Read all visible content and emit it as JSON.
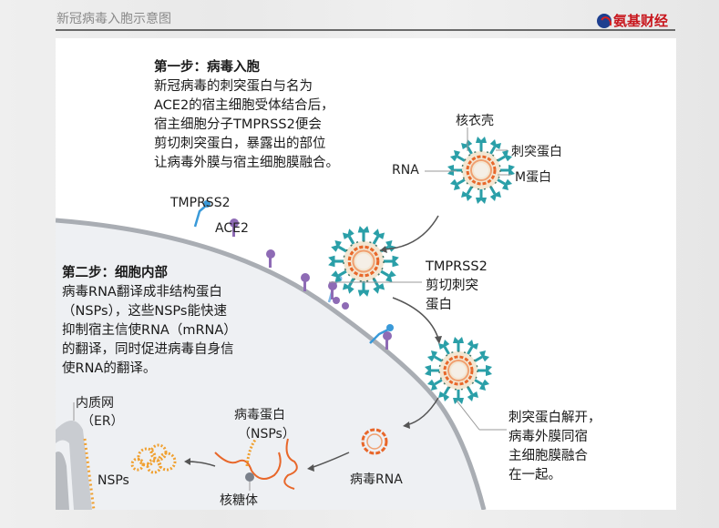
{
  "slide": {
    "title": "新冠病毒入胞示意图",
    "brand": "氨基财经",
    "brand_color": "#c8161d"
  },
  "diagram": {
    "step1": {
      "heading": "第一步：病毒入胞",
      "lines": [
        "新冠病毒的刺突蛋白与名为",
        "ACE2的宿主细胞受体结合后，",
        "宿主细胞分子TMPRSS2便会",
        "剪切刺突蛋白，暴露出的部位",
        "让病毒外膜与宿主细胞膜融合。"
      ]
    },
    "step2": {
      "heading": "第二步：细胞内部",
      "lines": [
        "病毒RNA翻译成非结构蛋白",
        "（NSPs），这些NSPs能快速",
        "抑制宿主信使RNA（mRNA）",
        "的翻译，同时促进病毒自身信",
        "使RNA的翻译。"
      ]
    },
    "virus_labels": {
      "nucleocapsid": "核衣壳",
      "spike": "刺突蛋白",
      "rna": "RNA",
      "m_protein": "M蛋白"
    },
    "membrane_labels": {
      "tmprss2": "TMPRSS2",
      "ace2": "ACE2"
    },
    "cleave_label": [
      "TMPRSS2",
      "剪切刺突",
      "蛋白"
    ],
    "fusion_label": [
      "刺突蛋白解开，",
      "病毒外膜同宿",
      "主细胞膜融合",
      "在一起。"
    ],
    "inside_labels": {
      "er": [
        "内质网",
        "（ER）"
      ],
      "nsps": "NSPs",
      "viral_protein": [
        "病毒蛋白",
        "（NSPs）"
      ],
      "ribosome": "核糖体",
      "viral_rna": "病毒RNA"
    },
    "colors": {
      "spike": "#2a9fa8",
      "capsid_ring": "#e8672a",
      "tmprss2": "#3a9ad9",
      "ace2": "#8e6bb5",
      "cell": "#eef0f3",
      "membrane": "#a9adb3",
      "nsp": "#f0a030"
    }
  }
}
